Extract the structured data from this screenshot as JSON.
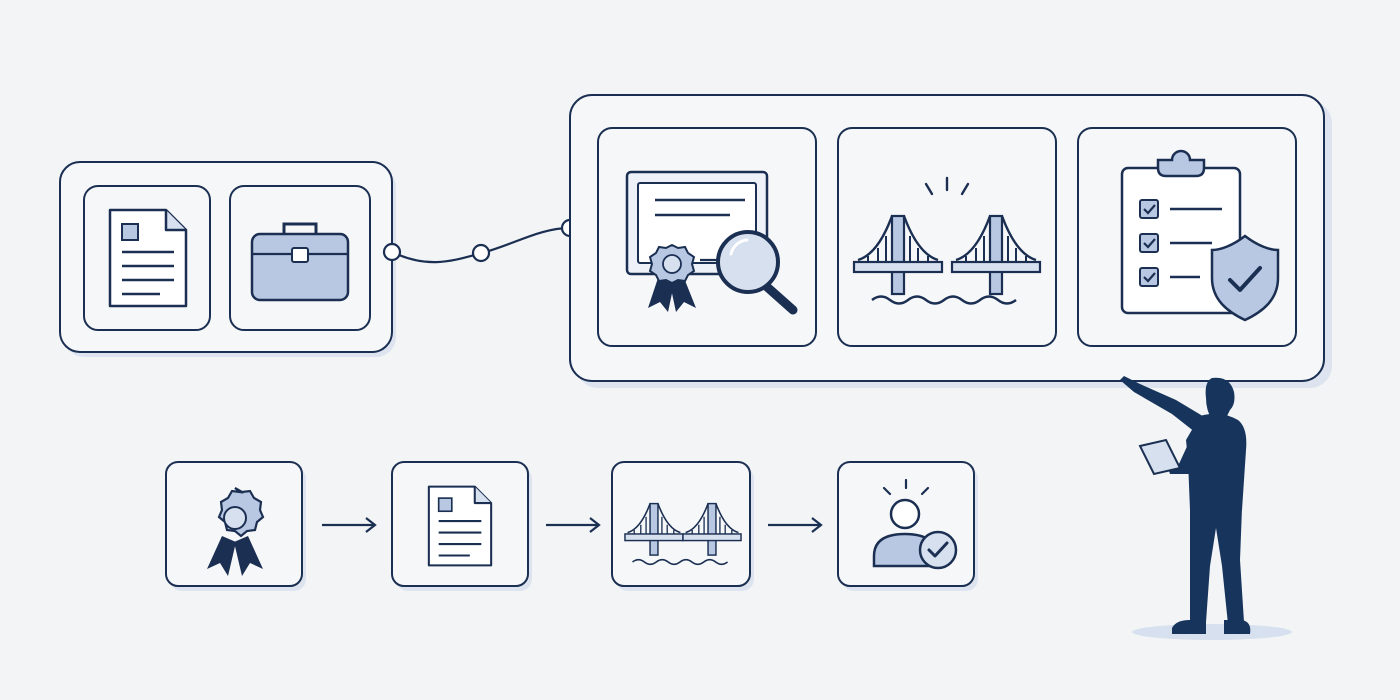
{
  "colors": {
    "background": "#f3f4f6",
    "panel": "#f6f7f9",
    "stroke": "#1b2f52",
    "accent_fill": "#b9c8e2",
    "accent_light": "#d7e0ee",
    "shadow": "#d9e1ee",
    "person": "#16345c"
  },
  "groups": [
    {
      "id": "applicant-profile-group",
      "cards": [
        {
          "id": "document",
          "icon": "document-icon"
        },
        {
          "id": "briefcase",
          "icon": "briefcase-icon"
        }
      ]
    },
    {
      "id": "verification-group",
      "cards": [
        {
          "id": "certificate-inspection",
          "icon": "certificate-magnifier-icon"
        },
        {
          "id": "bridge-gap",
          "icon": "broken-bridge-icon"
        },
        {
          "id": "compliance-checklist",
          "icon": "checklist-shield-icon"
        }
      ]
    }
  ],
  "process_steps": [
    {
      "id": "credential",
      "icon": "award-ribbon-icon"
    },
    {
      "id": "document",
      "icon": "document-icon"
    },
    {
      "id": "bridge",
      "icon": "bridge-icon"
    },
    {
      "id": "approved-person",
      "icon": "person-check-icon"
    }
  ],
  "connectors": [
    "curved-connector-line",
    "arrow-right-icon",
    "arrow-right-icon",
    "arrow-right-icon"
  ],
  "figure": {
    "icon": "presenter-person-icon",
    "holding": "tablet-icon"
  }
}
